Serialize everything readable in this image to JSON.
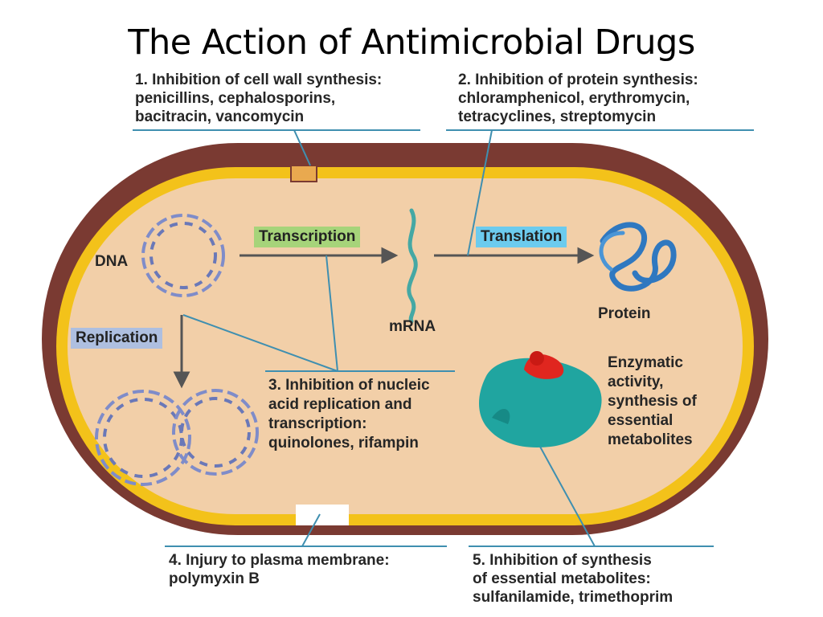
{
  "title": "The Action of Antimicrobial Drugs",
  "colors": {
    "cell_wall": "#7a3a32",
    "membrane": "#f3c21a",
    "cytoplasm": "#f2cfa8",
    "pointer_line": "#3f8fb0",
    "transcription_tag": "#a6d47a",
    "translation_tag": "#6ccbee",
    "replication_tag": "#aebfe0",
    "dna": "#7f8cc9",
    "mrna": "#45a8a4",
    "protein": "#2f78c0",
    "enzyme": "#20a5a0",
    "enzyme_substrate": "#e0261f"
  },
  "captions": {
    "c1": {
      "number": "1.",
      "lines": [
        "Inhibition of cell wall synthesis:",
        "penicillins, cephalosporins,",
        "bacitracin, vancomycin"
      ]
    },
    "c2": {
      "number": "2.",
      "lines": [
        "Inhibition of protein synthesis:",
        "chloramphenicol, erythromycin,",
        "tetracyclines, streptomycin"
      ]
    },
    "c3": {
      "number": "3.",
      "lines": [
        "Inhibition of nucleic",
        "acid replication and",
        "transcription:",
        "quinolones, rifampin"
      ]
    },
    "c4": {
      "number": "4.",
      "lines": [
        "Injury to plasma membrane:",
        "polymyxin B"
      ]
    },
    "c5": {
      "number": "5.",
      "lines": [
        "Inhibition of synthesis",
        "of essential metabolites:",
        "sulfanilamide, trimethoprim"
      ]
    }
  },
  "labels": {
    "dna": "DNA",
    "mrna": "mRNA",
    "protein": "Protein",
    "enzyme": [
      "Enzymatic",
      "activity,",
      "synthesis of",
      "essential",
      "metabolites"
    ]
  },
  "tags": {
    "transcription": "Transcription",
    "translation": "Translation",
    "replication": "Replication"
  }
}
